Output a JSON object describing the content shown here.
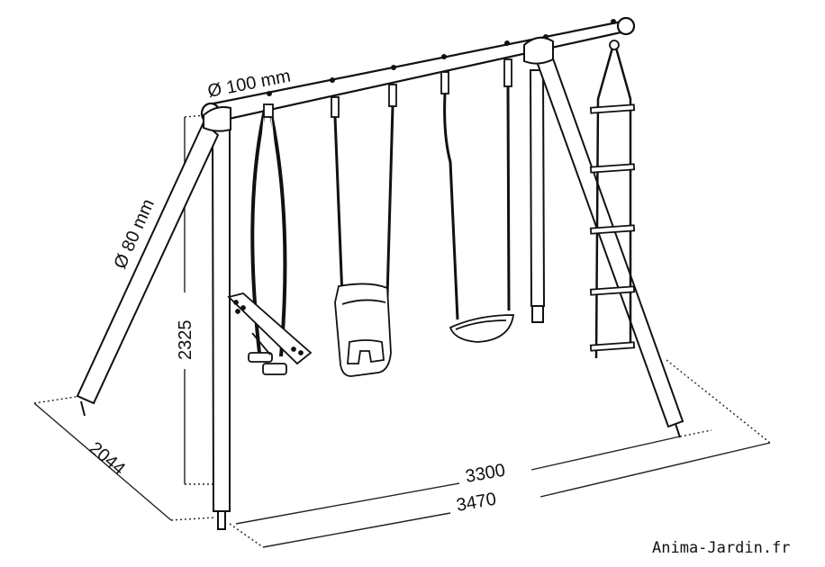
{
  "dimensions": {
    "beam_diameter": "Ø 100 mm",
    "leg_diameter": "Ø 80 mm",
    "height": "2325",
    "depth": "2044",
    "inner_width": "3300",
    "outer_width": "3470"
  },
  "watermark": "Anima-Jardin.fr",
  "colors": {
    "line": "#111111",
    "fill": "#ffffff"
  }
}
